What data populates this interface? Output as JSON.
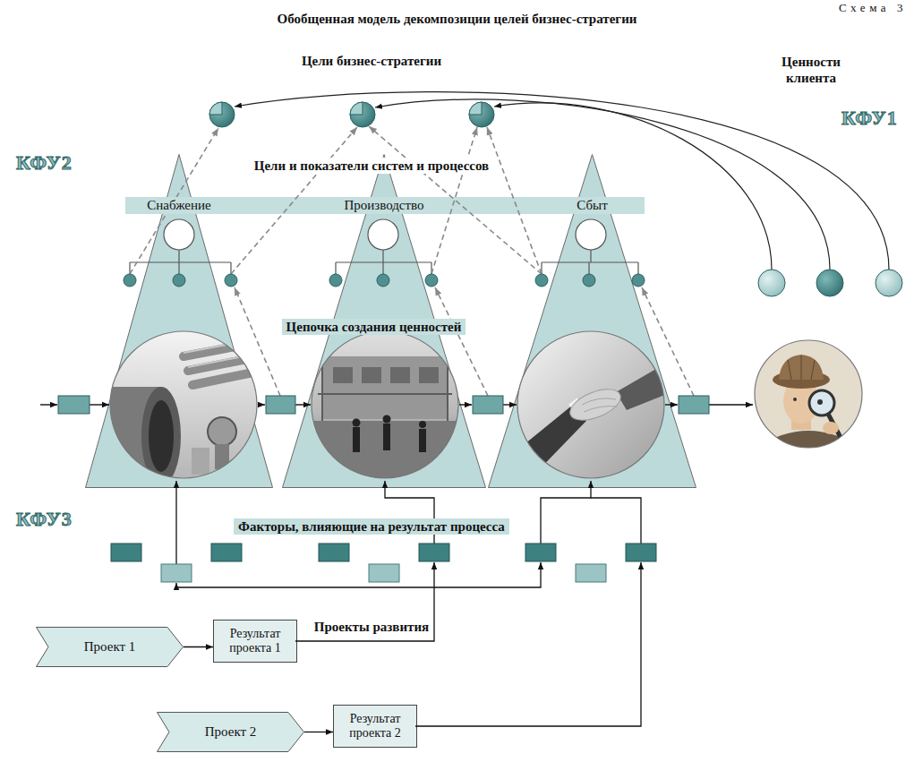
{
  "diagram": {
    "title": "Обобщенная модель декомпозиции целей бизнес-стратегии",
    "nodes": [
      {
        "text": [
          "Цели бизнес-стратегии"
        ]
      },
      {
        "text": [
          "КФУ2",
          "Цели и показатели систем и процессов"
        ]
      },
      {
        "text": [
          "Снабжение"
        ]
      },
      {
        "text": [
          "Производство"
        ]
      },
      {
        "text": [
          "Сбыт"
        ]
      },
      {
        "text": [
          "Цепочка создания ценностей"
        ]
      },
      {
        "text": [
          "КФУ3",
          "Факторы, влияющие на результат процесса"
        ]
      },
      {
        "text": [
          "Проекты развития"
        ]
      },
      {
        "text": [
          "Проект 1"
        ],
        "in": 7
      },
      {
        "text": [
          "Результат проекта 1"
        ],
        "in": 7
      },
      {
        "text": [
          "Проект 2"
        ],
        "in": 7
      },
      {
        "text": [
          "Результат проекта 2"
        ],
        "in": 7
      },
      {
        "text": [
          "Ценности клиента",
          "КФУ1"
        ]
      }
    ],
    "edges": [
      {
        "from": 8,
        "to": 9,
        "arrow": "to"
      },
      {
        "from": 10,
        "to": 11,
        "arrow": "to"
      }
    ],
    "labels": [
      "Схема 3"
    ]
  }
}
